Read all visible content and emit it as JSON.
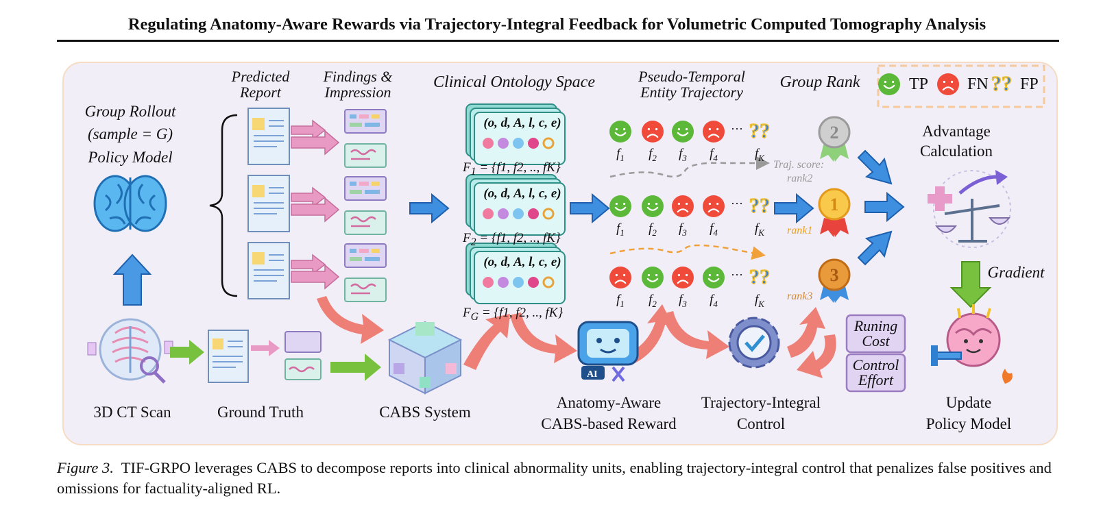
{
  "paper": {
    "title": "Regulating Anatomy-Aware Rewards via Trajectory-Integral Feedback for Volumetric Computed Tomography Analysis",
    "caption_label": "Figure 3.",
    "caption_text": "TIF-GRPO leverages CABS to decompose reports into clinical abnormality units, enabling trajectory-integral control that penalizes false positives and omissions for factuality-aligned RL."
  },
  "figure": {
    "group_rollout": "Group Rollout",
    "sample_g": "(sample = G)",
    "policy_model": "Policy Model",
    "predicted_report_1": "Predicted",
    "predicted_report_2": "Report",
    "findings_1": "Findings &",
    "findings_2": "Impression",
    "ontology_space": "Clinical Ontology Space",
    "pseudo_1": "Pseudo-Temporal",
    "pseudo_2": "Entity Trajectory",
    "group_rank": "Group Rank",
    "legend_tp": "TP",
    "legend_fn": "FN",
    "legend_fp": "FP",
    "tuple": "(o, d, A, l, c, e)",
    "set_1": "F",
    "set_1_sub": "1",
    "set_2_sub": "2",
    "set_g_sub": "G",
    "set_rhs": " = {f1, f2, .., fK}",
    "traj_score": "Traj. score:",
    "rank2": "rank2",
    "rank1": "rank1",
    "rank3": "rank3",
    "medal_2": "2",
    "medal_1": "1",
    "medal_3": "3",
    "advantage_1": "Advantage",
    "advantage_2": "Calculation",
    "gradient": "Gradient",
    "ct_scan": "3D CT Scan",
    "ground_truth": "Ground Truth",
    "cabs_system": "CABS System",
    "reward_1": "Anatomy-Aware",
    "reward_2": "CABS-based Reward",
    "control_1": "Trajectory-Integral",
    "control_2": "Control",
    "runing_cost_1": "Runing",
    "runing_cost_2": "Cost",
    "control_effort_1": "Control",
    "control_effort_2": "Effort",
    "update_1": "Update",
    "update_2": "Policy Model",
    "ellipsis": "···",
    "ai_badge": "AI"
  },
  "trajectories": {
    "row1": [
      "TP",
      "FN",
      "TP",
      "FN",
      "FP"
    ],
    "row2": [
      "TP",
      "TP",
      "FN",
      "FN",
      "FP"
    ],
    "row3": [
      "FN",
      "TP",
      "FN",
      "TP",
      "FP"
    ],
    "labels": [
      "f1",
      "f2",
      "f3",
      "f4",
      "fK"
    ]
  },
  "colors": {
    "tp": "#5cb838",
    "fn": "#f04a3b",
    "fp": "#3a7fd6",
    "blue_arrow": "#3e8fe0",
    "pink_arrow": "#ee7f76",
    "green_arrow": "#77c13f",
    "panel": "#f1eef7"
  }
}
